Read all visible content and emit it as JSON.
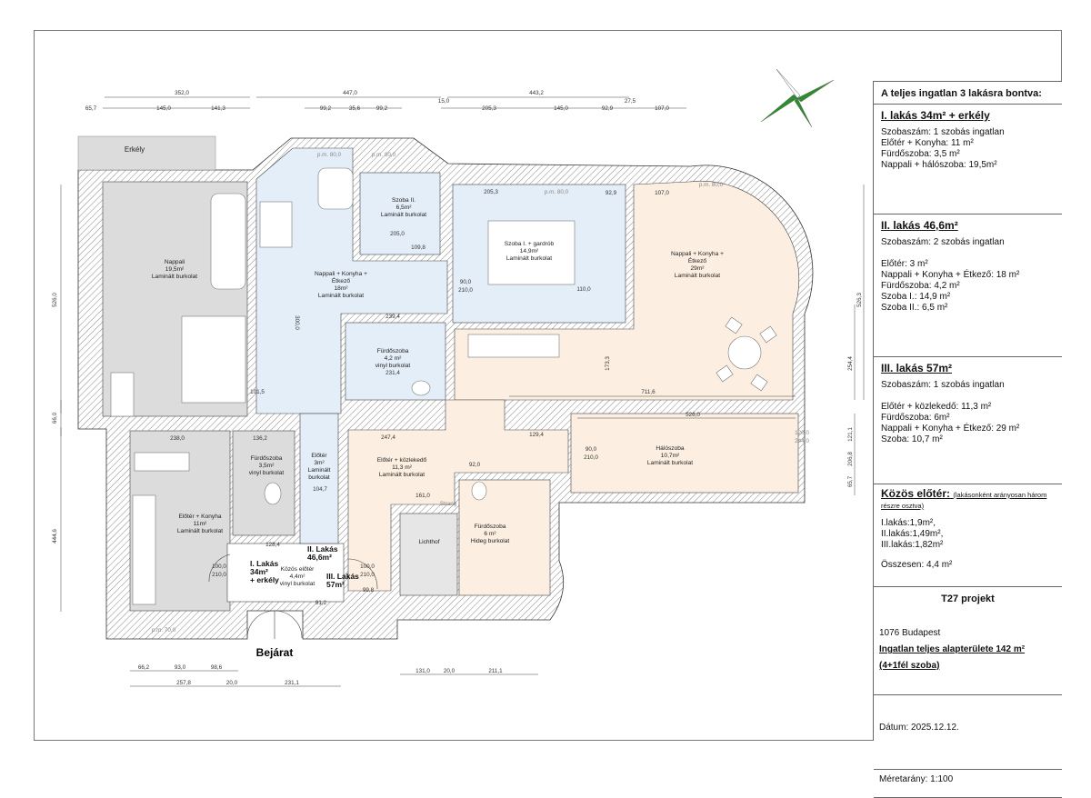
{
  "panel": {
    "header": "A teljes ingatlan 3 lakásra bontva:",
    "apt1": {
      "title": "I. lakás 34m² + erkély",
      "rooms_count": "Szobaszám: 1 szobás ingatlan",
      "items": [
        "Előtér + Konyha: 11 m²",
        "Fürdőszoba: 3,5 m²",
        "Nappali + hálószoba: 19,5m²"
      ]
    },
    "apt2": {
      "title": "II. lakás 46,6m²",
      "rooms_count": "Szobaszám: 2 szobás ingatlan",
      "items": [
        "Előtér: 3 m²",
        "Nappali + Konyha + Étkező: 18 m²",
        "Fürdőszoba: 4,2 m²",
        "Szoba I.: 14,9 m²",
        "Szoba II.: 6,5 m²"
      ]
    },
    "apt3": {
      "title": "III. lakás 57m²",
      "rooms_count": "Szobaszám: 1 szobás ingatlan",
      "items": [
        "Előtér + közlekedő: 11,3 m²",
        "Fürdőszoba: 6m²",
        "Nappali + Konyha + Étkező: 29 m²",
        "Szoba: 10,7 m²"
      ]
    },
    "common": {
      "title": "Közös előtér:",
      "note": "(lakásonként arányosan három részre osztva)",
      "items": [
        "I.lakás:1,9m²,",
        "II.lakás:1,49m²,",
        "III.lakás:1,82m²"
      ],
      "total": "Összesen: 4,4 m²"
    },
    "project": {
      "title": "T27 projekt",
      "city": "1076 Budapest",
      "area": "Ingatlan teljes alapterülete 142 m²",
      "rooms": "(4+1fél szoba)"
    },
    "date": "Dátum: 2025.12.12.",
    "scale": "Méretarány: 1:100"
  },
  "plan": {
    "colors": {
      "apt1": "#dcdcdc",
      "apt2": "#e4eef8",
      "apt3": "#fcefe1",
      "compass": "#2e8b2e"
    },
    "rooms": [
      {
        "lines": [
          "Erkély"
        ]
      },
      {
        "lines": [
          "Nappali",
          "19,5m²",
          "Laminált burkolat"
        ]
      },
      {
        "lines": [
          "Előtér + Konyha",
          "11m²",
          "Laminált burkolat"
        ]
      },
      {
        "lines": [
          "Fürdőszoba",
          "3,5m²",
          "vinyl burkolat"
        ]
      },
      {
        "lines": [
          "Előtér",
          "3m²",
          "Laminált",
          "burkolat"
        ]
      },
      {
        "lines": [
          "Nappali + Konyha +",
          "Étkező",
          "18m²",
          "Laminált burkolat"
        ]
      },
      {
        "lines": [
          "Szoba II.",
          "6,5m²",
          "Laminált burkolat"
        ]
      },
      {
        "lines": [
          "Fürdőszoba",
          "4,2 m²",
          "vinyl burkolat"
        ]
      },
      {
        "lines": [
          "Szoba I. + gardrób",
          "14,9m²",
          "Laminált burkolat"
        ]
      },
      {
        "lines": [
          "Nappali + Konyha +",
          "Étkező",
          "29m²",
          "Laminált burkolat"
        ]
      },
      {
        "lines": [
          "Előtér + közlekedő",
          "11,3 m²",
          "Laminált burkolat"
        ]
      },
      {
        "lines": [
          "Fürdőszoba",
          "6 m²",
          "Hideg burkolat"
        ]
      },
      {
        "lines": [
          "Hálószoba",
          "10,7m²",
          "Laminált burkolat"
        ]
      },
      {
        "lines": [
          "Lichthof"
        ]
      },
      {
        "lines": [
          "Közös előtér",
          "4,4m²",
          "vinyl burkolat"
        ]
      }
    ],
    "apartments": {
      "a1": [
        "I. Lakás",
        "34m²",
        "+ erkély"
      ],
      "a2": [
        "II. Lakás",
        "46,6m²"
      ],
      "a3": [
        "III. Lakás",
        "57m²"
      ]
    },
    "entrance": "Bejárat",
    "strang": "Strang",
    "dims": [
      "352,0",
      "447,0",
      "443,2",
      "65,7",
      "145,0",
      "141,3",
      "99,2",
      "35,6",
      "99,2",
      "15,0",
      "205,3",
      "145,0",
      "92,9",
      "27,5",
      "107,0",
      "66,2",
      "93,0",
      "98,6",
      "257,8",
      "20,0",
      "231,1",
      "131,0",
      "20,0",
      "211,1",
      "526,0",
      "66,0",
      "444,6",
      "526,3",
      "254,4",
      "121,1",
      "206,8",
      "65,7",
      "711,6",
      "526,0",
      "247,4",
      "238,0",
      "136,2",
      "239,4",
      "231,4",
      "205,3",
      "107,0",
      "92,9",
      "205,0",
      "109,8",
      "161,0",
      "92,0",
      "129,4",
      "104,7",
      "128,4",
      "99,8",
      "91,2",
      "110,0",
      "101,5",
      "300,0",
      "173,3",
      "120,0",
      "244,0"
    ],
    "windows": [
      "p.m. 80,0",
      "p.m. 80,0",
      "p.m. 80,0",
      "p.m. 80,0",
      "p.m. 70,0"
    ],
    "doors": [
      "90,0",
      "210,0",
      "100,0",
      "210,0",
      "100,0",
      "210,0",
      "90,0",
      "210,0"
    ]
  }
}
